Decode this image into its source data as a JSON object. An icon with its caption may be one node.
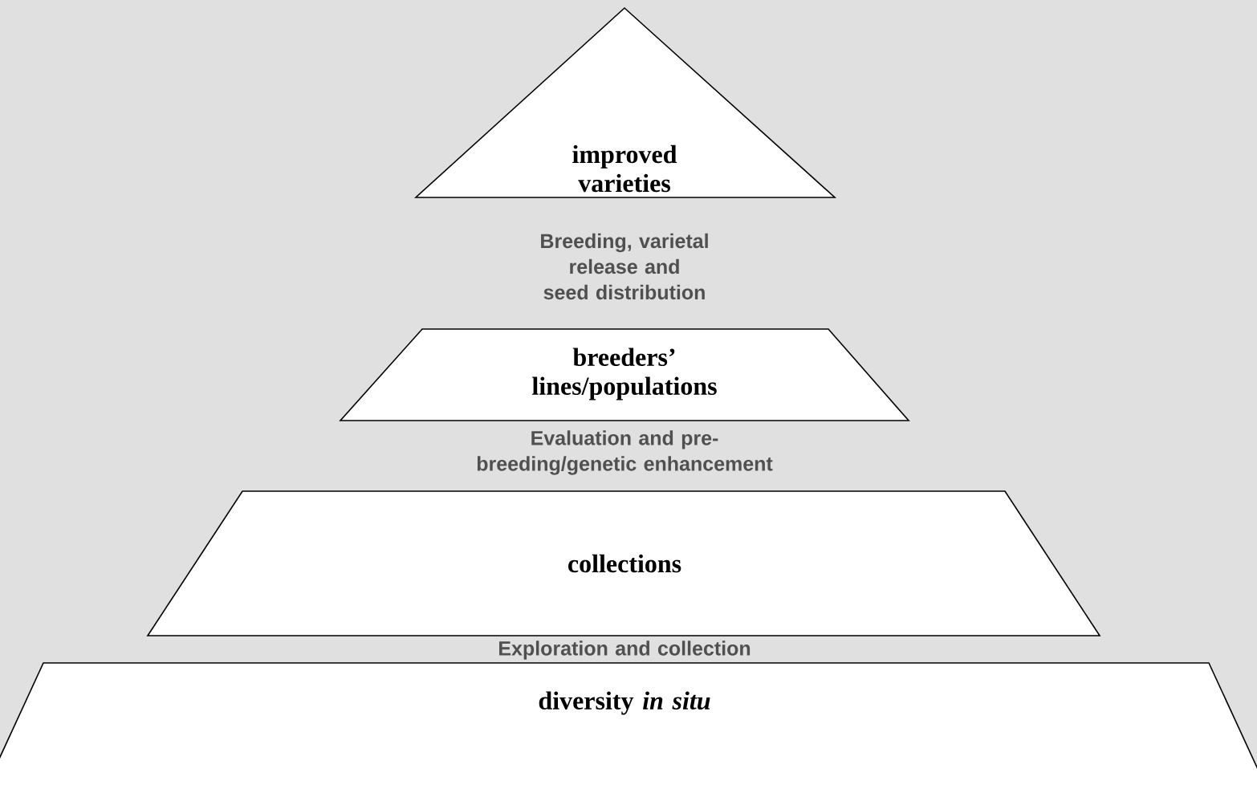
{
  "diagram": {
    "nodes": [
      {
        "text": [
          "improved varieties"
        ]
      },
      {
        "text": [
          "breeders’ lines/populations"
        ]
      },
      {
        "text": [
          "collections"
        ]
      },
      {
        "text": [
          "diversity *in situ*"
        ]
      }
    ],
    "labels": [
      "Breeding, varietal release and seed distribution",
      "Evaluation and pre-breeding/genetic enhancement",
      "Exploration and collection"
    ]
  }
}
